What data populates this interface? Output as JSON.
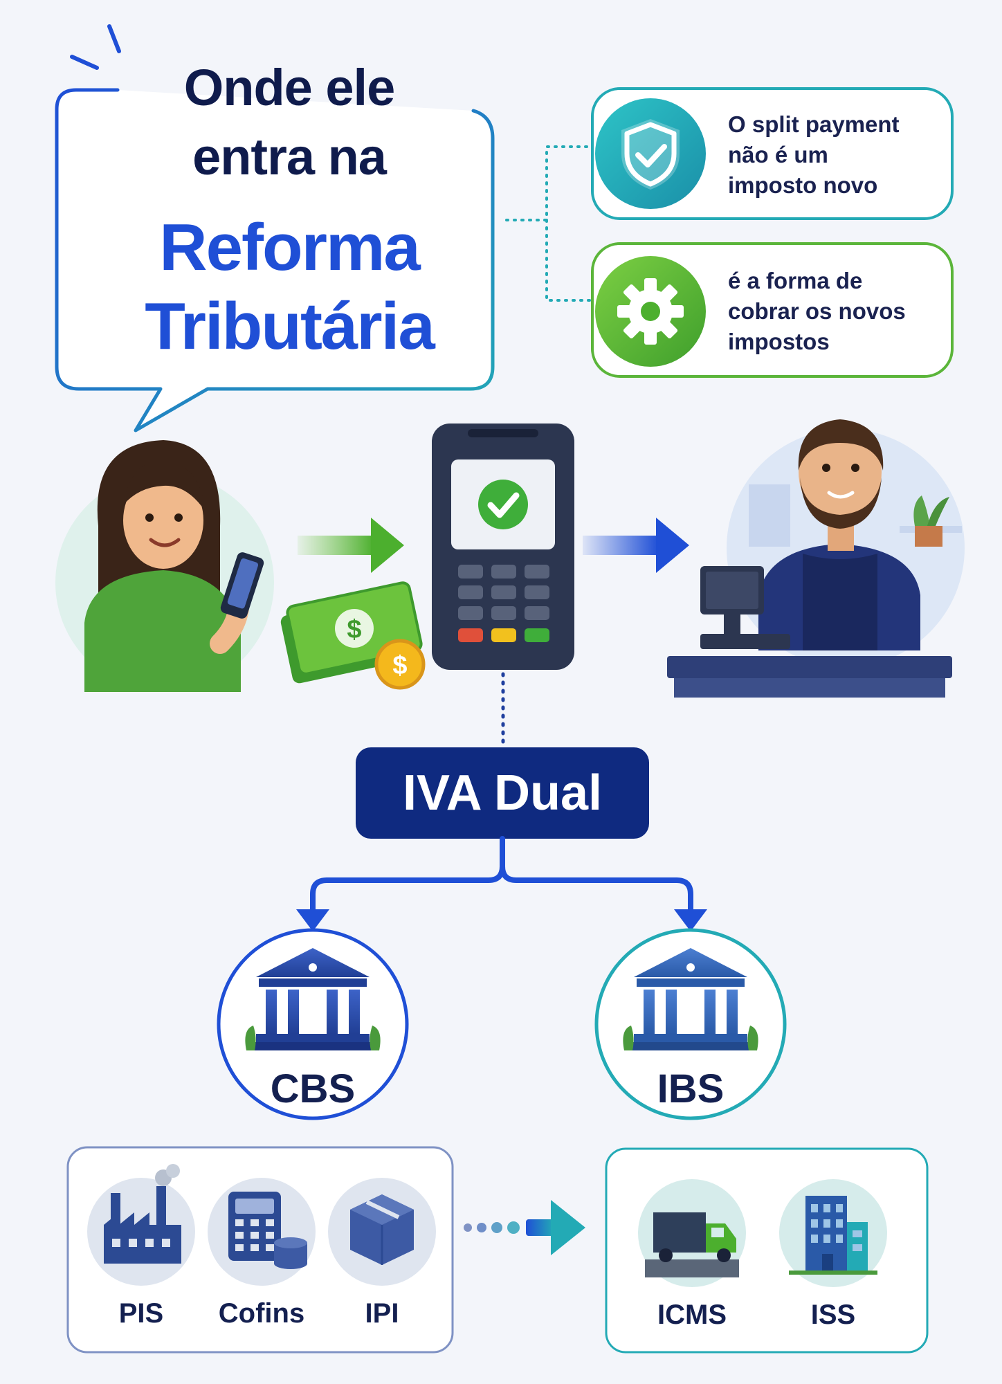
{
  "title": {
    "line1": "Onde ele",
    "line2": "entra na",
    "line3": "Reforma",
    "line4": "Tributária"
  },
  "cards": [
    {
      "icon": "shield-check-icon",
      "line1": "O split payment",
      "line2": "não é um",
      "line3": "imposto novo",
      "color": "#1fa7b5"
    },
    {
      "icon": "gear-icon",
      "line1": "é a forma de",
      "line2": "cobrar os novos",
      "line3": "impostos",
      "color": "#5bb53a"
    }
  ],
  "flow": {
    "customer": "customer-with-phone",
    "terminal": "payment-terminal",
    "merchant": "merchant-at-register"
  },
  "iva": {
    "label": "IVA Dual",
    "color": "#0f2a80"
  },
  "branches": [
    {
      "label": "CBS",
      "icon": "government-building-icon",
      "color": "#1f4fd6"
    },
    {
      "label": "IBS",
      "icon": "government-building-icon",
      "color": "#23aab5"
    }
  ],
  "replaced_federal": [
    {
      "label": "PIS",
      "icon": "factory-icon"
    },
    {
      "label": "Cofins",
      "icon": "calculator-coins-icon"
    },
    {
      "label": "IPI",
      "icon": "package-box-icon"
    }
  ],
  "replaced_local": [
    {
      "label": "ICMS",
      "icon": "truck-icon"
    },
    {
      "label": "ISS",
      "icon": "office-building-icon"
    }
  ]
}
